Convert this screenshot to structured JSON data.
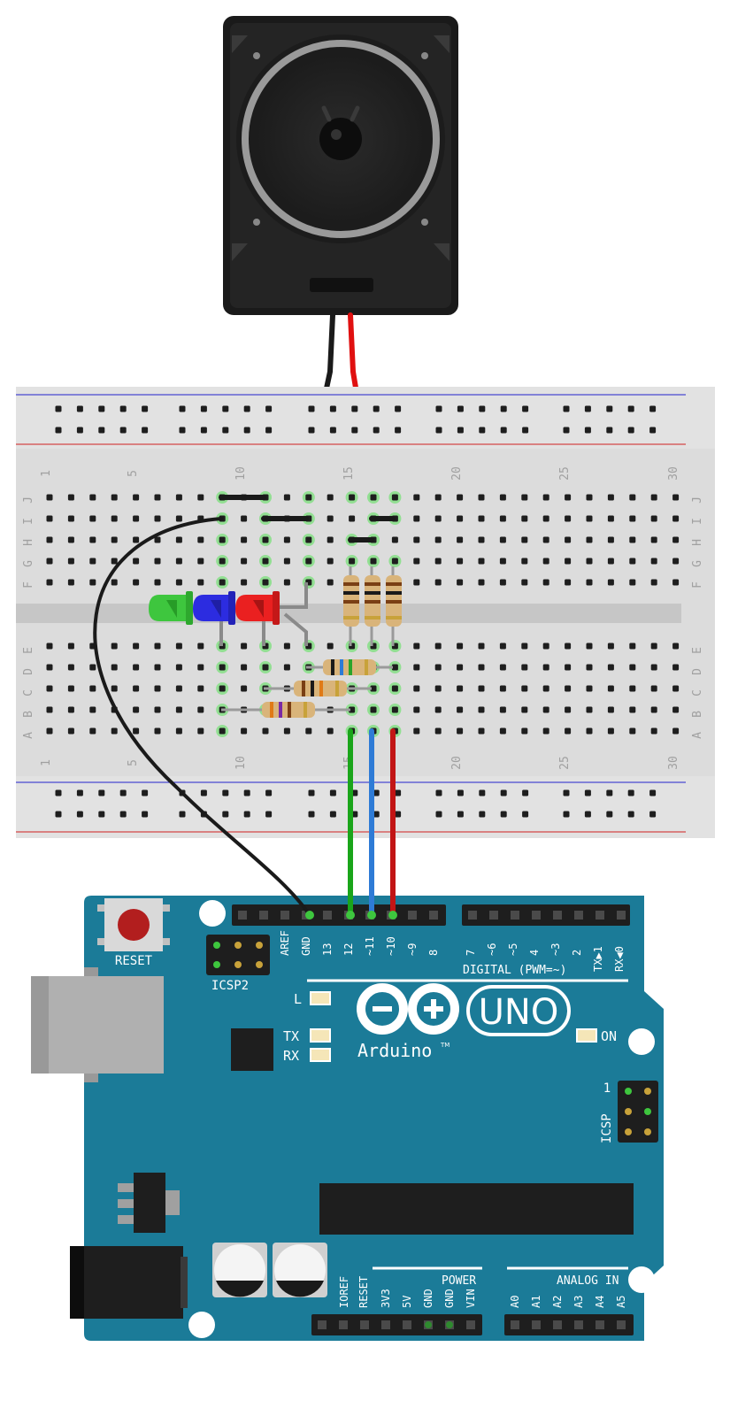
{
  "breadboard": {
    "column_numbers": [
      "1",
      "5",
      "10",
      "15",
      "20",
      "25",
      "30"
    ],
    "row_letters_top": [
      "J",
      "I",
      "H",
      "G",
      "F"
    ],
    "row_letters_bottom": [
      "E",
      "D",
      "C",
      "B",
      "A"
    ]
  },
  "arduino": {
    "reset_label": "RESET",
    "icsp2_label": "ICSP2",
    "icsp_label": "ICSP",
    "icsp_pin1": "1",
    "digital_label": "DIGITAL (PWM=~)",
    "pin_labels_left": [
      "AREF",
      "GND",
      "13",
      "12",
      "~11",
      "~10",
      "~9",
      "8"
    ],
    "pin_labels_right": [
      "7",
      "~6",
      "~5",
      "4",
      "~3",
      "2",
      "TX▶1",
      "RX◀0"
    ],
    "led_l": "L",
    "led_tx": "TX",
    "led_rx": "RX",
    "led_on": "ON",
    "logo_text": "Arduino",
    "logo_tm": "TM",
    "model": "UNO",
    "power_label": "POWER",
    "power_pins": [
      "IOREF",
      "RESET",
      "3V3",
      "5V",
      "GND",
      "GND",
      "VIN"
    ],
    "analog_label": "ANALOG IN",
    "analog_pins": [
      "A0",
      "A1",
      "A2",
      "A3",
      "A4",
      "A5"
    ]
  },
  "colors": {
    "board": "#1b7b98",
    "speaker": "#1a1a1a",
    "wire_black": "#1a1a1a",
    "wire_red": "#e01010",
    "wire_green": "#1aa51a",
    "wire_blue": "#2e7bd6",
    "wire_darkred": "#c21515",
    "led_green": "#3ec63e",
    "led_blue": "#2c2ce0",
    "led_red": "#ea2020"
  }
}
